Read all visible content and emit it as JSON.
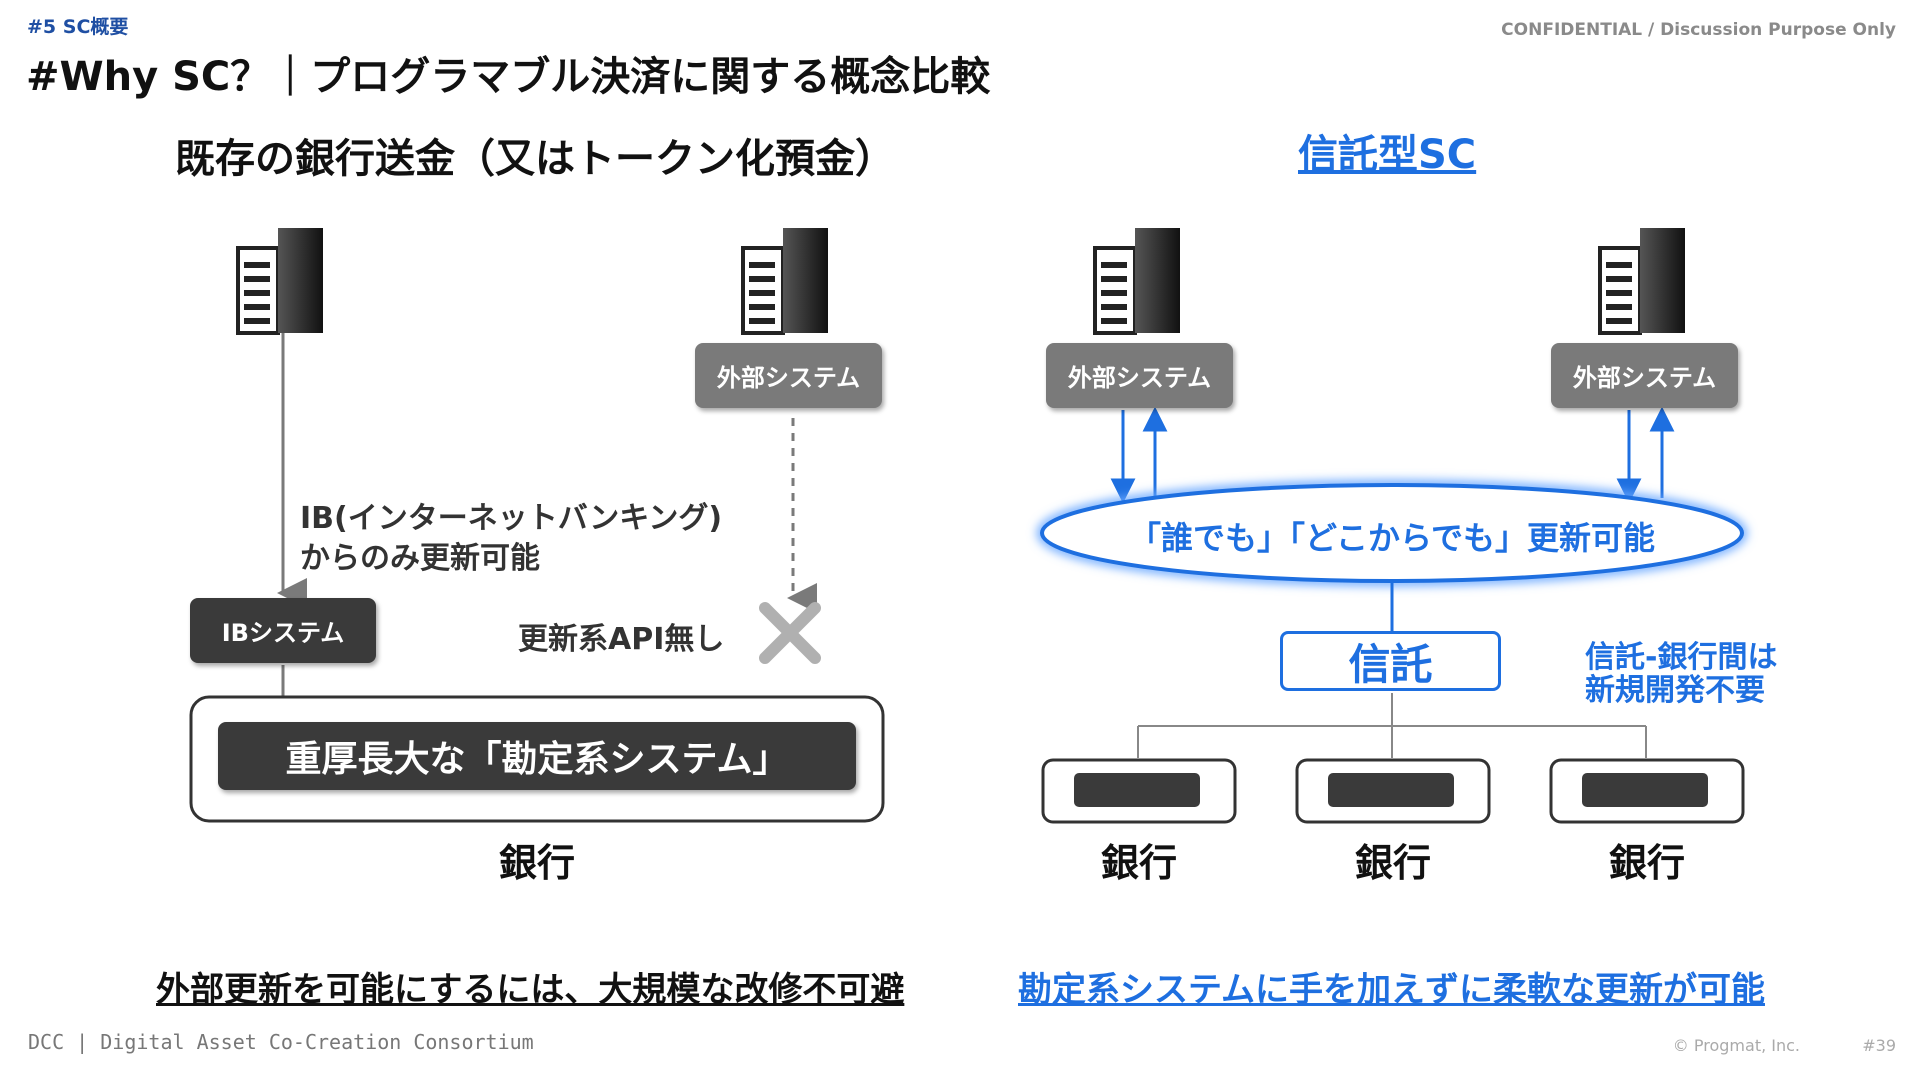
{
  "header": {
    "section_tag": "#5  SC概要",
    "confidential": "CONFIDENTIAL / Discussion Purpose Only",
    "title": "#Why SC？｜プログラマブル決済に関する概念比較"
  },
  "left": {
    "heading": "既存の銀行送金（又はトークン化預金）",
    "external_system": "外部システム",
    "ib_note_line1": "IB(インターネットバンキング)",
    "ib_note_line2": "からのみ更新可能",
    "ib_system": "IBシステム",
    "no_api": "更新系API無し",
    "core_system": "重厚長大な「勘定系システム」",
    "bank": "銀行",
    "conclusion": "外部更新を可能にするには、大規模な改修不可避"
  },
  "right": {
    "heading": "信託型SC",
    "external_system_1": "外部システム",
    "external_system_2": "外部システム",
    "ellipse_text": "「誰でも」「どこからでも」更新可能",
    "trust": "信託",
    "trust_note_line1": "信託-銀行間は",
    "trust_note_line2": "新規開発不要",
    "bank_1": "銀行",
    "bank_2": "銀行",
    "bank_3": "銀行",
    "conclusion": "勘定系システムに手を加えずに柔軟な更新が可能"
  },
  "footer": {
    "logo": "DCC | Digital Asset Co-Creation Consortium",
    "copyright": "© Progmat, Inc.",
    "page": "#39"
  },
  "colors": {
    "accent": "#1e6fe0",
    "dark_box": "#3a3a3a",
    "gray_box": "#7a7a7a"
  }
}
